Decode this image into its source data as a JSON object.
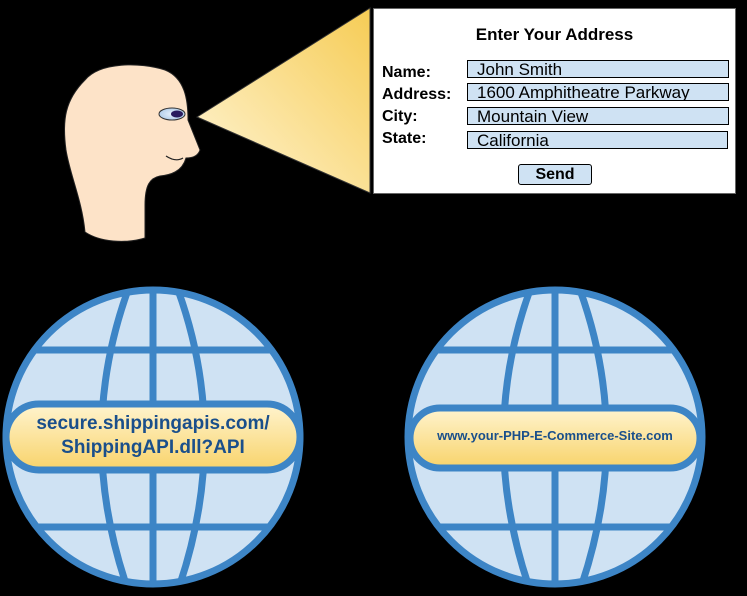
{
  "diagram": {
    "description": "User views address form; data flows between shipping API and e-commerce site"
  },
  "person": {
    "icon": "person-head-icon"
  },
  "view_cone": {
    "icon": "view-cone-icon",
    "color_from": "#fff3cc",
    "color_to": "#f8d163"
  },
  "form": {
    "title": "Enter Your Address",
    "fields": [
      {
        "label": "Name:",
        "value": "John Smith"
      },
      {
        "label": "Address:",
        "value": "1600 Amphitheatre Parkway"
      },
      {
        "label": "City:",
        "value": "Mountain View"
      },
      {
        "label": "State:",
        "value": "California"
      }
    ],
    "send_label": "Send",
    "field_color": "#cfe2f3"
  },
  "globes": [
    {
      "icon": "globe-icon",
      "label_line1": "secure.shippingapis.com/",
      "label_line2": "ShippingAPI.dll?API"
    },
    {
      "icon": "globe-icon",
      "label_line1": "www.your-PHP-E-Commerce-Site.com",
      "label_line2": ""
    }
  ],
  "colors": {
    "background": "#000000",
    "globe_stroke": "#3d85c6",
    "globe_fill": "#cfe2f3",
    "label_text": "#1a4f8b",
    "skin": "#fde5cc"
  }
}
